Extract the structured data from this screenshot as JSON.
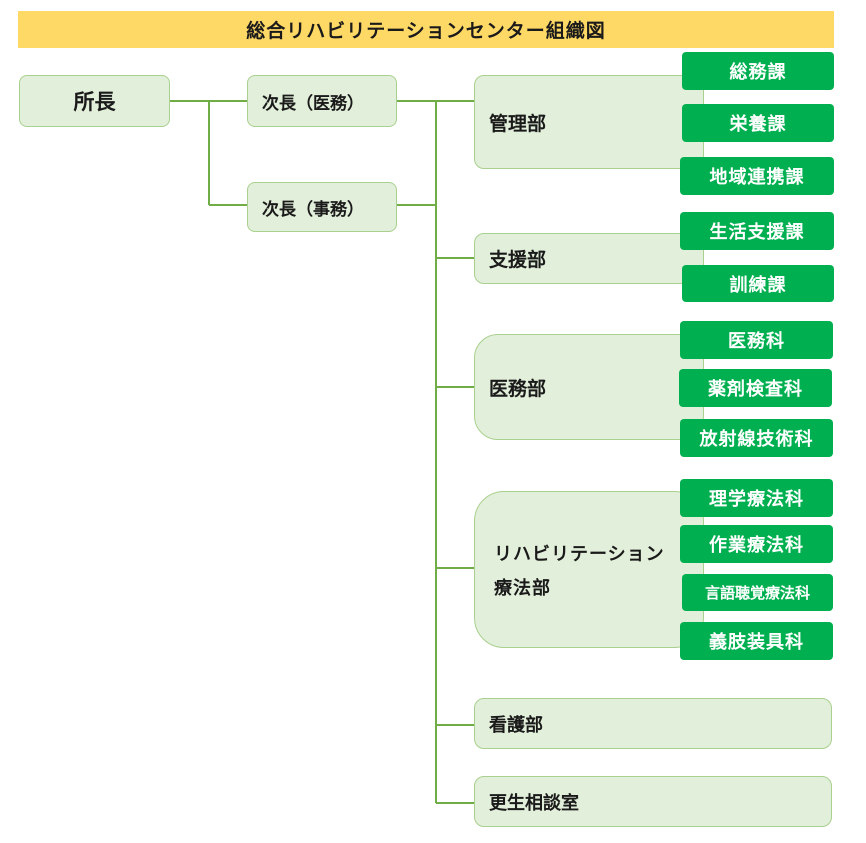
{
  "title": "総合リハビリテーションセンター組織図",
  "director": "所長",
  "deputies": [
    "次長（医務）",
    "次長（事務）"
  ],
  "departments": {
    "kanri": {
      "label": "管理部",
      "sections": [
        "総務課",
        "栄養課",
        "地域連携課"
      ]
    },
    "shien": {
      "label": "支援部",
      "sections": [
        "生活支援課",
        "訓練課"
      ]
    },
    "imu": {
      "label": "医務部",
      "sections": [
        "医務科",
        "薬剤検査科",
        "放射線技術科"
      ]
    },
    "rehab": {
      "label_line1": "リハビリテーション",
      "label_line2": "療法部",
      "sections": [
        "理学療法科",
        "作業療法科",
        "言語聴覚療法科",
        "義肢装具科"
      ]
    },
    "kango": {
      "label": "看護部"
    },
    "kosei": {
      "label": "更生相談室"
    }
  },
  "colors": {
    "title_bg": "#ffd966",
    "node_fill": "#e2efda",
    "node_border": "#a9d08e",
    "section_fill": "#00b050",
    "connector": "#70ad47"
  }
}
